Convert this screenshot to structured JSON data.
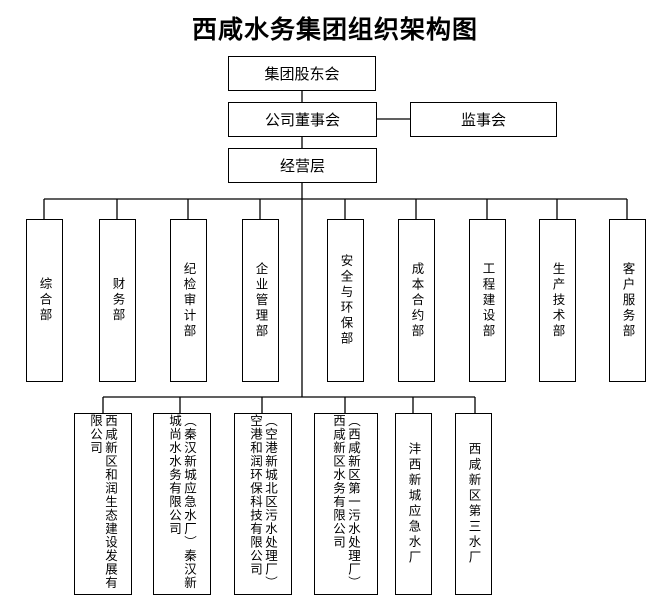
{
  "title": "西咸水务集团组织架构图",
  "top": {
    "shareholders": "集团股东会",
    "board": "公司董事会",
    "supervisors": "监事会",
    "management": "经营层"
  },
  "departments": [
    "综合部",
    "财务部",
    "纪检审计部",
    "企业管理部",
    "安全与环保部",
    "成本合约部",
    "工程建设部",
    "生产技术部",
    "客户服务部"
  ],
  "subsidiaries": [
    "西咸新区和润生态建设发展有限公司",
    "（秦汉新城应急水厂）秦汉新城尚水水务有限公司",
    "（空港新城北区污水处理厂）空港和润环保科技有限公司",
    "（西咸新区第一污水处理厂）西咸新区水务有限公司",
    "沣西新城应急水厂",
    "西咸新区第三水厂"
  ]
}
